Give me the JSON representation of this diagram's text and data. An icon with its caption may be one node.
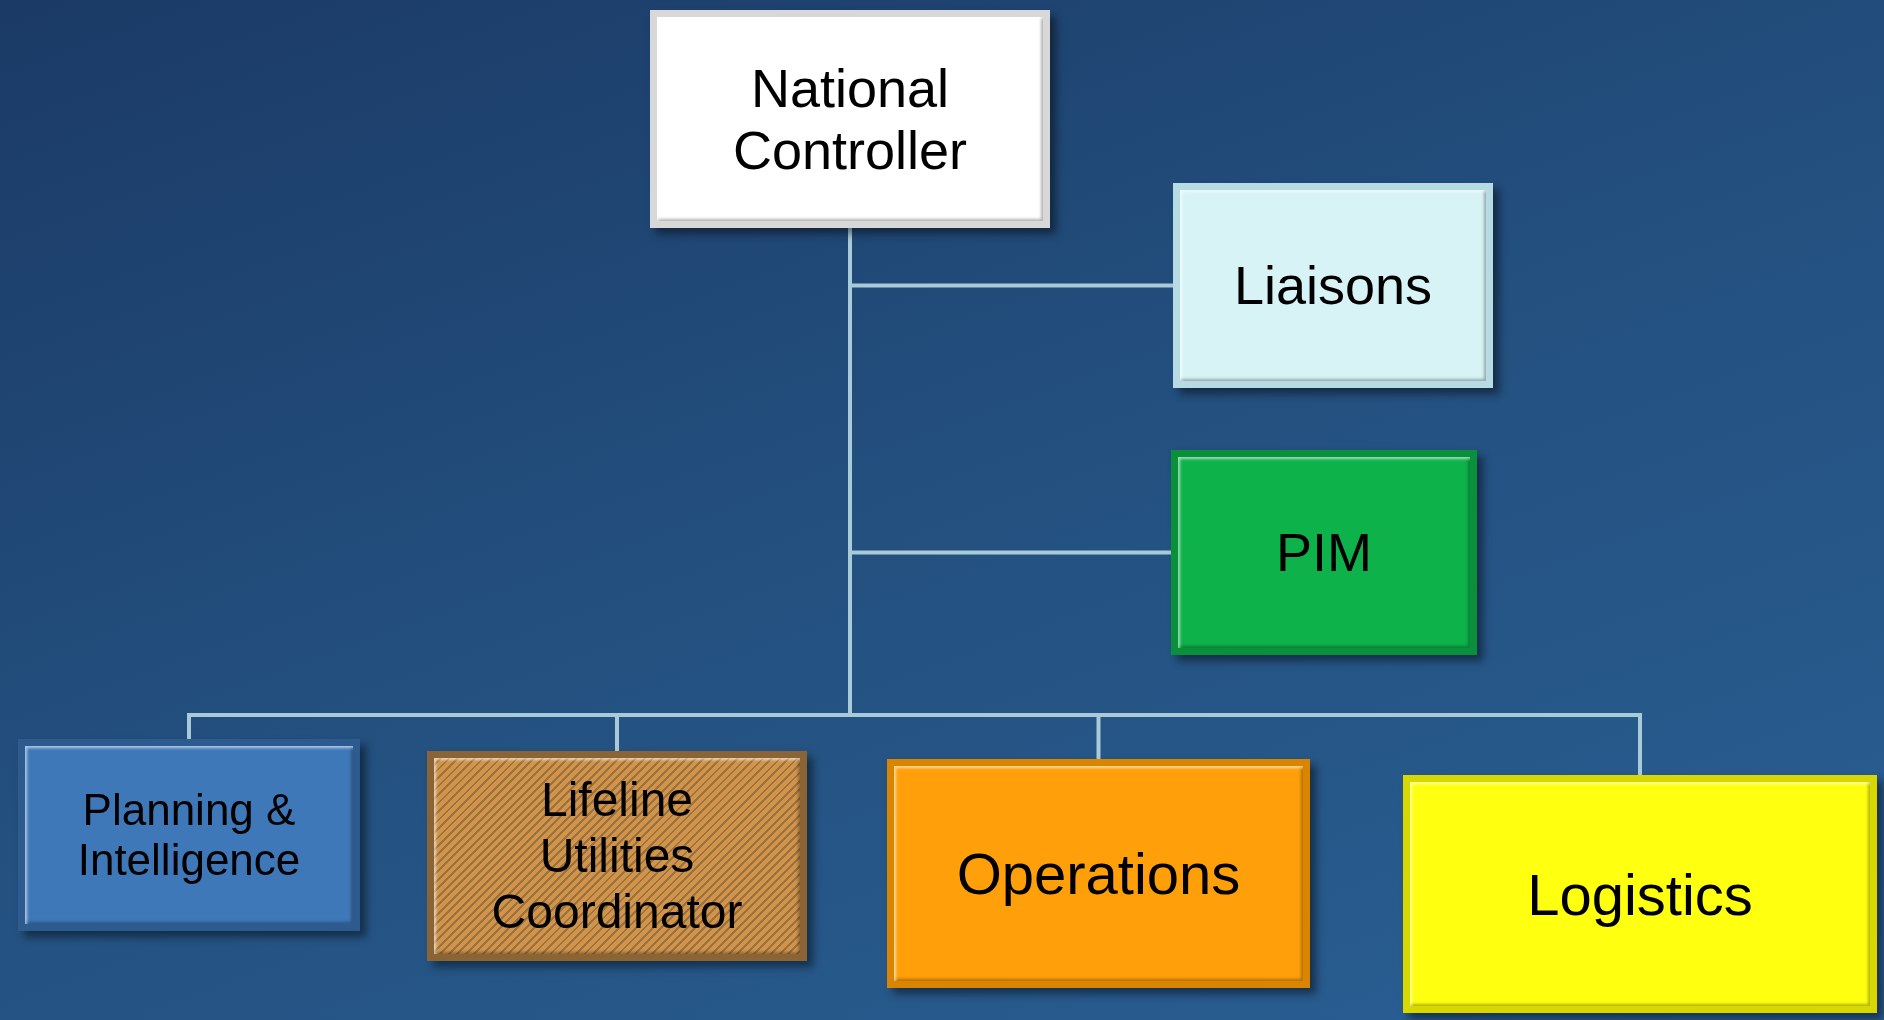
{
  "diagram": {
    "nodes": [
      {
        "text": [
          "National Controller"
        ]
      },
      {
        "text": [
          "Liaisons"
        ]
      },
      {
        "text": [
          "PIM"
        ]
      },
      {
        "text": [
          "Planning & Intelligence"
        ]
      },
      {
        "text": [
          "Lifeline Utilities Coordinator"
        ]
      },
      {
        "text": [
          "Operations"
        ]
      },
      {
        "text": [
          "Logistics"
        ]
      }
    ],
    "edges": [
      {
        "from": 0,
        "to": 1,
        "arrow": "none"
      },
      {
        "from": 0,
        "to": 2,
        "arrow": "none"
      },
      {
        "from": 0,
        "to": 3,
        "arrow": "none"
      },
      {
        "from": 0,
        "to": 4,
        "arrow": "none"
      },
      {
        "from": 0,
        "to": 5,
        "arrow": "none"
      },
      {
        "from": 0,
        "to": 6,
        "arrow": "none"
      }
    ]
  }
}
